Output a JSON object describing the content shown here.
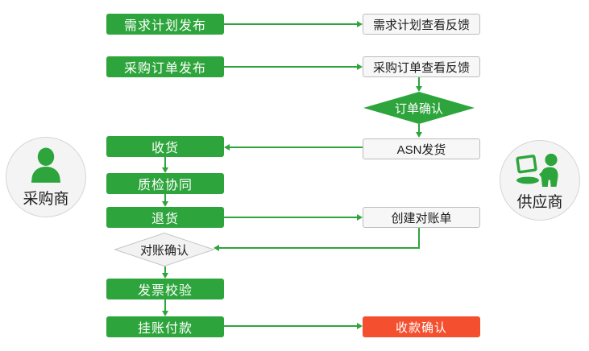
{
  "colors": {
    "process_green": "#2EA53C",
    "connector_green": "#2EA53C",
    "highlight_red": "#F4502F",
    "plain_box_fill": "#F7F7F7",
    "plain_box_border": "#BCBCBC",
    "gray_diamond_fill": "#F2F2F2",
    "actor_circle_fill": "#F4F4F4"
  },
  "actors": {
    "buyer": {
      "label": "采购商",
      "icon": "person-icon"
    },
    "supplier": {
      "label": "供应商",
      "icon": "person-laptop-icon"
    }
  },
  "nodes": {
    "publish_demand_plan": {
      "label": "需求计划发布"
    },
    "view_demand_plan": {
      "label": "需求计划查看反馈"
    },
    "publish_po": {
      "label": "采购订单发布"
    },
    "view_po": {
      "label": "采购订单查看反馈"
    },
    "order_confirm": {
      "label": "订单确认"
    },
    "receive_goods": {
      "label": "收货"
    },
    "asn_ship": {
      "label": "ASN发货"
    },
    "quality_collab": {
      "label": "质检协同"
    },
    "return_goods": {
      "label": "退货"
    },
    "create_statement": {
      "label": "创建对账单"
    },
    "statement_confirm": {
      "label": "对账确认"
    },
    "invoice_check": {
      "label": "发票校验"
    },
    "payment_on_account": {
      "label": "挂账付款"
    },
    "receipt_confirm": {
      "label": "收款确认"
    }
  }
}
